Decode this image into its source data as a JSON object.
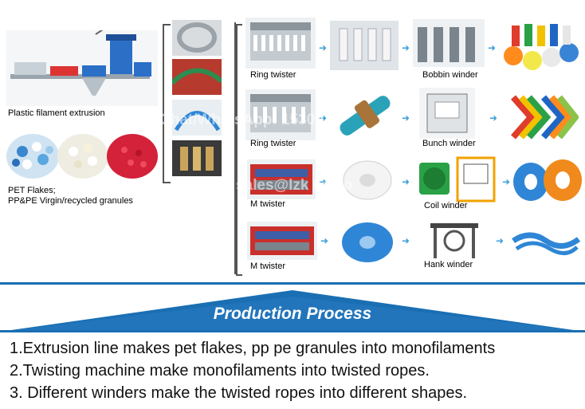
{
  "left": {
    "extrusion_label": "Plastic filament extrusion",
    "materials_label_1": "PET Flakes;",
    "materials_label_2": "PP&PE Virgin/recycled granules"
  },
  "rows": [
    {
      "machine": "Ring twister",
      "winder": "Bobbin winder"
    },
    {
      "machine": "Ring twister",
      "winder": "Bunch winder"
    },
    {
      "machine": "M twister",
      "winder": "Coil winder"
    },
    {
      "machine": "M twister",
      "winder": "Hank winder"
    }
  ],
  "watermark": {
    "line1": "Chat/WhatsApp: 15300 2",
    "line2": "sales@lzk nc.co"
  },
  "banner": {
    "title": "Production Process"
  },
  "steps": [
    "1.Extrusion line makes pet flakes, pp pe granules into monofilaments",
    "2.Twisting machine make monofilaments into twisted ropes.",
    "3. Different winders make the twisted ropes into different shapes."
  ],
  "colors": {
    "banner": "#1a6fb3",
    "arrow": "#3a9fd8",
    "rope_blue": "#2f86d6",
    "rope_orange": "#f08a1c"
  }
}
